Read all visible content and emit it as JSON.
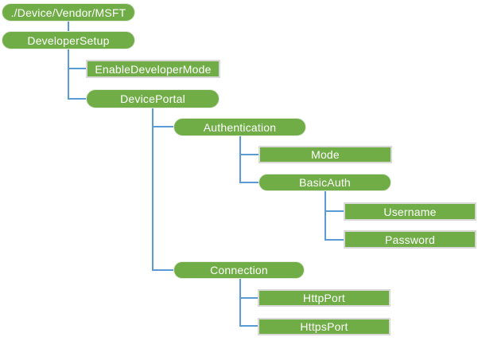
{
  "colors": {
    "node_fill": "#70AD47",
    "node_text": "#FFFFFF",
    "connector_line": "#5B9BD5",
    "leaf_node_border": "#D9D9D9"
  },
  "tree": {
    "nodes": [
      {
        "label": "./Device/Vendor/MSFT",
        "shape": "stadium",
        "depth": 0
      },
      {
        "label": "DeveloperSetup",
        "shape": "stadium",
        "depth": 1
      },
      {
        "label": "EnableDeveloperMode",
        "shape": "rect",
        "depth": 2
      },
      {
        "label": "DevicePortal",
        "shape": "stadium",
        "depth": 2
      },
      {
        "label": "Authentication",
        "shape": "stadium",
        "depth": 3
      },
      {
        "label": "Mode",
        "shape": "rect",
        "depth": 4
      },
      {
        "label": "BasicAuth",
        "shape": "stadium",
        "depth": 4
      },
      {
        "label": "Username",
        "shape": "rect",
        "depth": 5
      },
      {
        "label": "Password",
        "shape": "rect",
        "depth": 5
      },
      {
        "label": "Connection",
        "shape": "stadium",
        "depth": 3
      },
      {
        "label": "HttpPort",
        "shape": "rect",
        "depth": 4
      },
      {
        "label": "HttpsPort",
        "shape": "rect",
        "depth": 4
      }
    ]
  }
}
